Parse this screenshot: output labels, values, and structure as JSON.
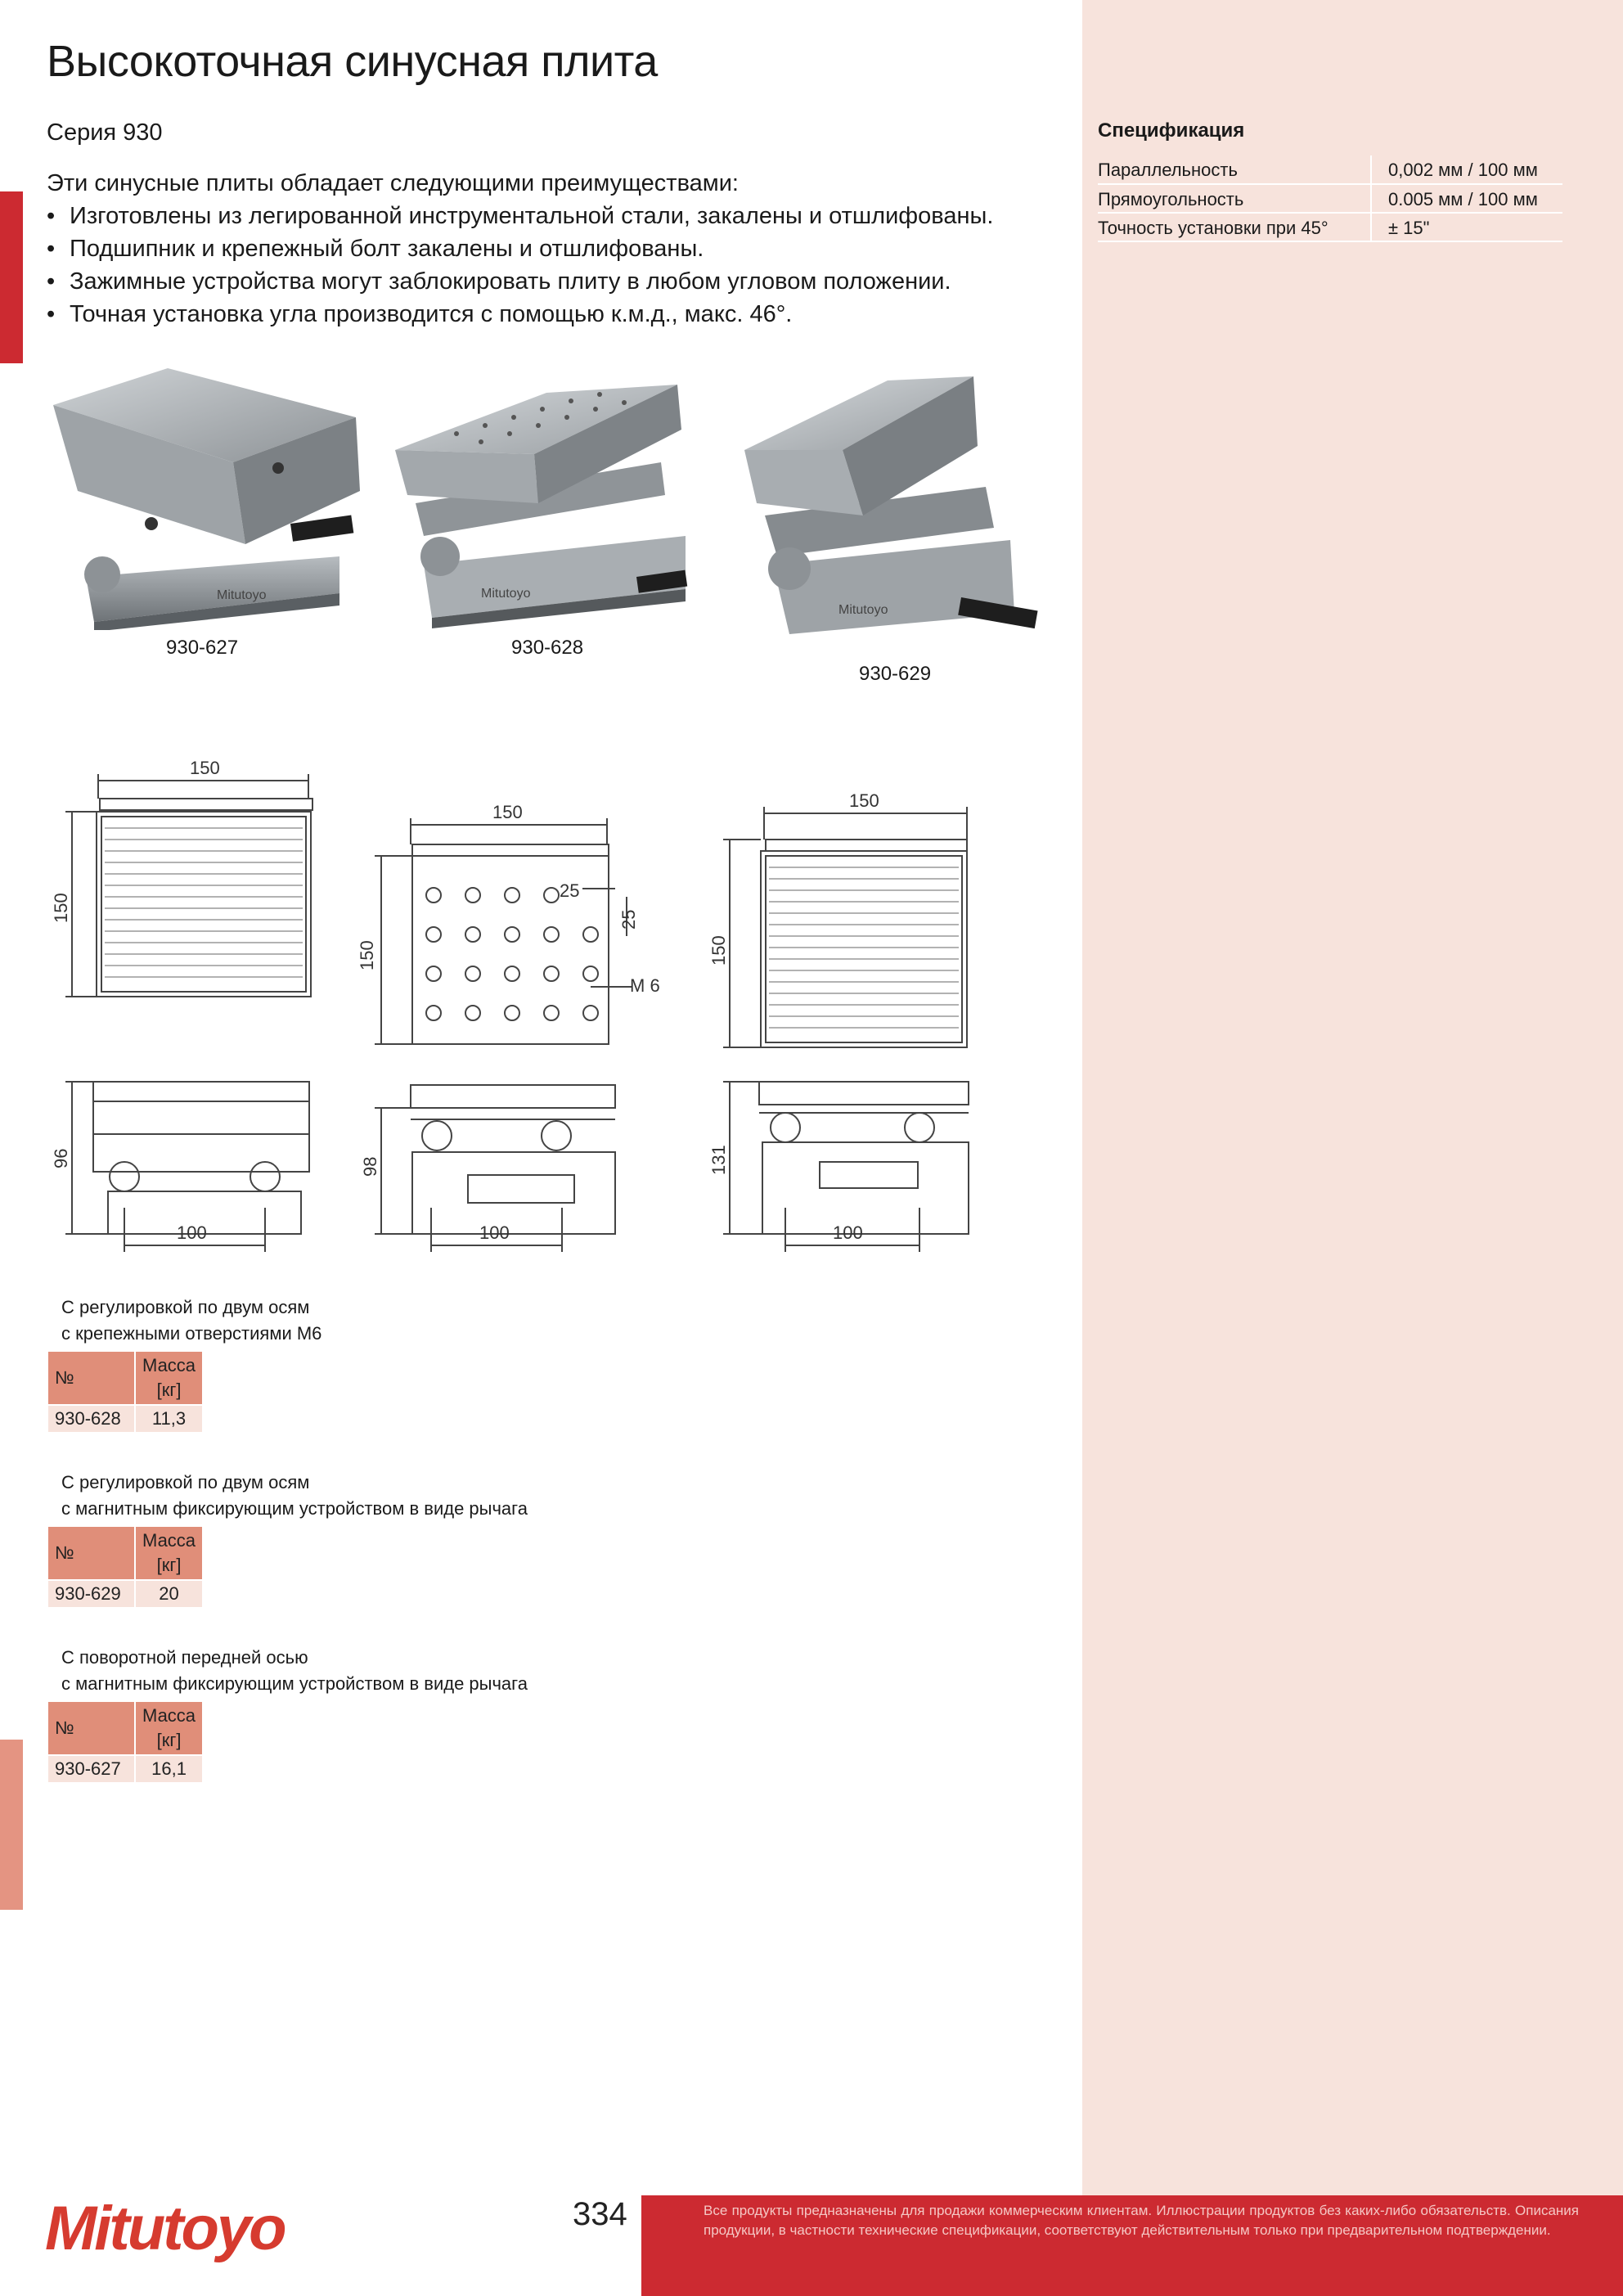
{
  "page": {
    "title": "Высокоточная синусная плита",
    "series": "Серия 930",
    "intro": "Эти синусные плиты обладает следующими преимуществами:",
    "features": [
      "Изготовлены из легированной инструментальной стали, закалены и отшлифованы.",
      "Подшипник и крепежный болт закалены и отшлифованы.",
      "Зажимные устройства могут заблокировать плиту в любом угловом положении.",
      "Точная установка угла производится с помощью к.м.д., макс. 46°."
    ],
    "page_number": "334",
    "brand": "Mitutoyo",
    "disclaimer": "Все продукты предназначены для продажи коммерческим клиентам. Иллюстрации продуктов без каких-либо обязательств. Описания продукции, в частности технические спецификации, соответствуют действительным только при предварительном подтверждении."
  },
  "spec": {
    "title": "Спецификация",
    "rows": [
      {
        "label": "Параллельность",
        "value": "0,002 мм / 100 мм"
      },
      {
        "label": "Прямоугольность",
        "value": "0.005 мм / 100 мм"
      },
      {
        "label": "Точность установки при 45°",
        "value": "± 15\""
      }
    ]
  },
  "photos": [
    {
      "code": "930-627"
    },
    {
      "code": "930-628"
    },
    {
      "code": "930-629"
    }
  ],
  "drawings": {
    "width_label": "150",
    "height_label": "150",
    "hole_pitch": "25",
    "thread": "M 6",
    "base_label": "100",
    "heights": [
      "96",
      "98",
      "131"
    ]
  },
  "variants": [
    {
      "desc_line1": "С регулировкой по двум осям",
      "desc_line2": "с крепежными отверстиями M6",
      "header_no": "№",
      "header_mass_1": "Масса",
      "header_mass_2": "[кг]",
      "code": "930-628",
      "mass": "11,3"
    },
    {
      "desc_line1": "С регулировкой по двум осям",
      "desc_line2": "с магнитным фиксирующим устройством в виде рычага",
      "header_no": "№",
      "header_mass_1": "Масса",
      "header_mass_2": "[кг]",
      "code": "930-629",
      "mass": "20"
    },
    {
      "desc_line1": "С поворотной передней осью",
      "desc_line2": "с магнитным фиксирующим устройством в виде рычага",
      "header_no": "№",
      "header_mass_1": "Масса",
      "header_mass_2": "[кг]",
      "code": "930-627",
      "mass": "16,1"
    }
  ],
  "colors": {
    "accent_red": "#cc2a31",
    "salmon": "#e08e79",
    "panel": "#f7e3dc"
  }
}
